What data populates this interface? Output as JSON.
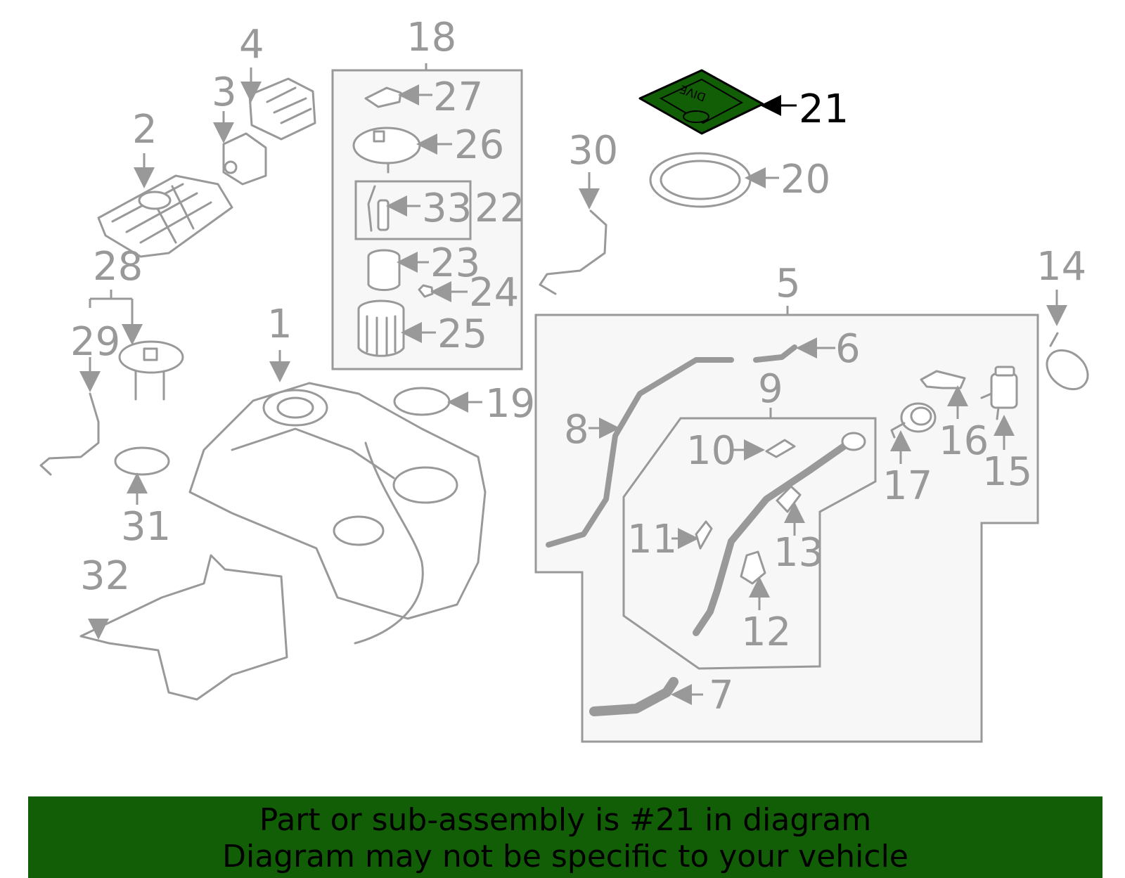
{
  "callouts": {
    "c1": "1",
    "c2": "2",
    "c3": "3",
    "c4": "4",
    "c5": "5",
    "c6": "6",
    "c7": "7",
    "c8": "8",
    "c9": "9",
    "c10": "10",
    "c11": "11",
    "c12": "12",
    "c13": "13",
    "c14": "14",
    "c15": "15",
    "c16": "16",
    "c17": "17",
    "c18": "18",
    "c19": "19",
    "c20": "20",
    "c21": "21",
    "c22": "22",
    "c23": "23",
    "c24": "24",
    "c25": "25",
    "c26": "26",
    "c27": "27",
    "c28": "28",
    "c29": "29",
    "c30": "30",
    "c31": "31",
    "c32": "32",
    "c33": "33"
  },
  "highlight_color": "#115e06",
  "part_label_text": "DIVE",
  "banner": {
    "line1": "Part or sub-assembly is #21 in diagram",
    "line2": "Diagram may not be specific to your vehicle"
  }
}
